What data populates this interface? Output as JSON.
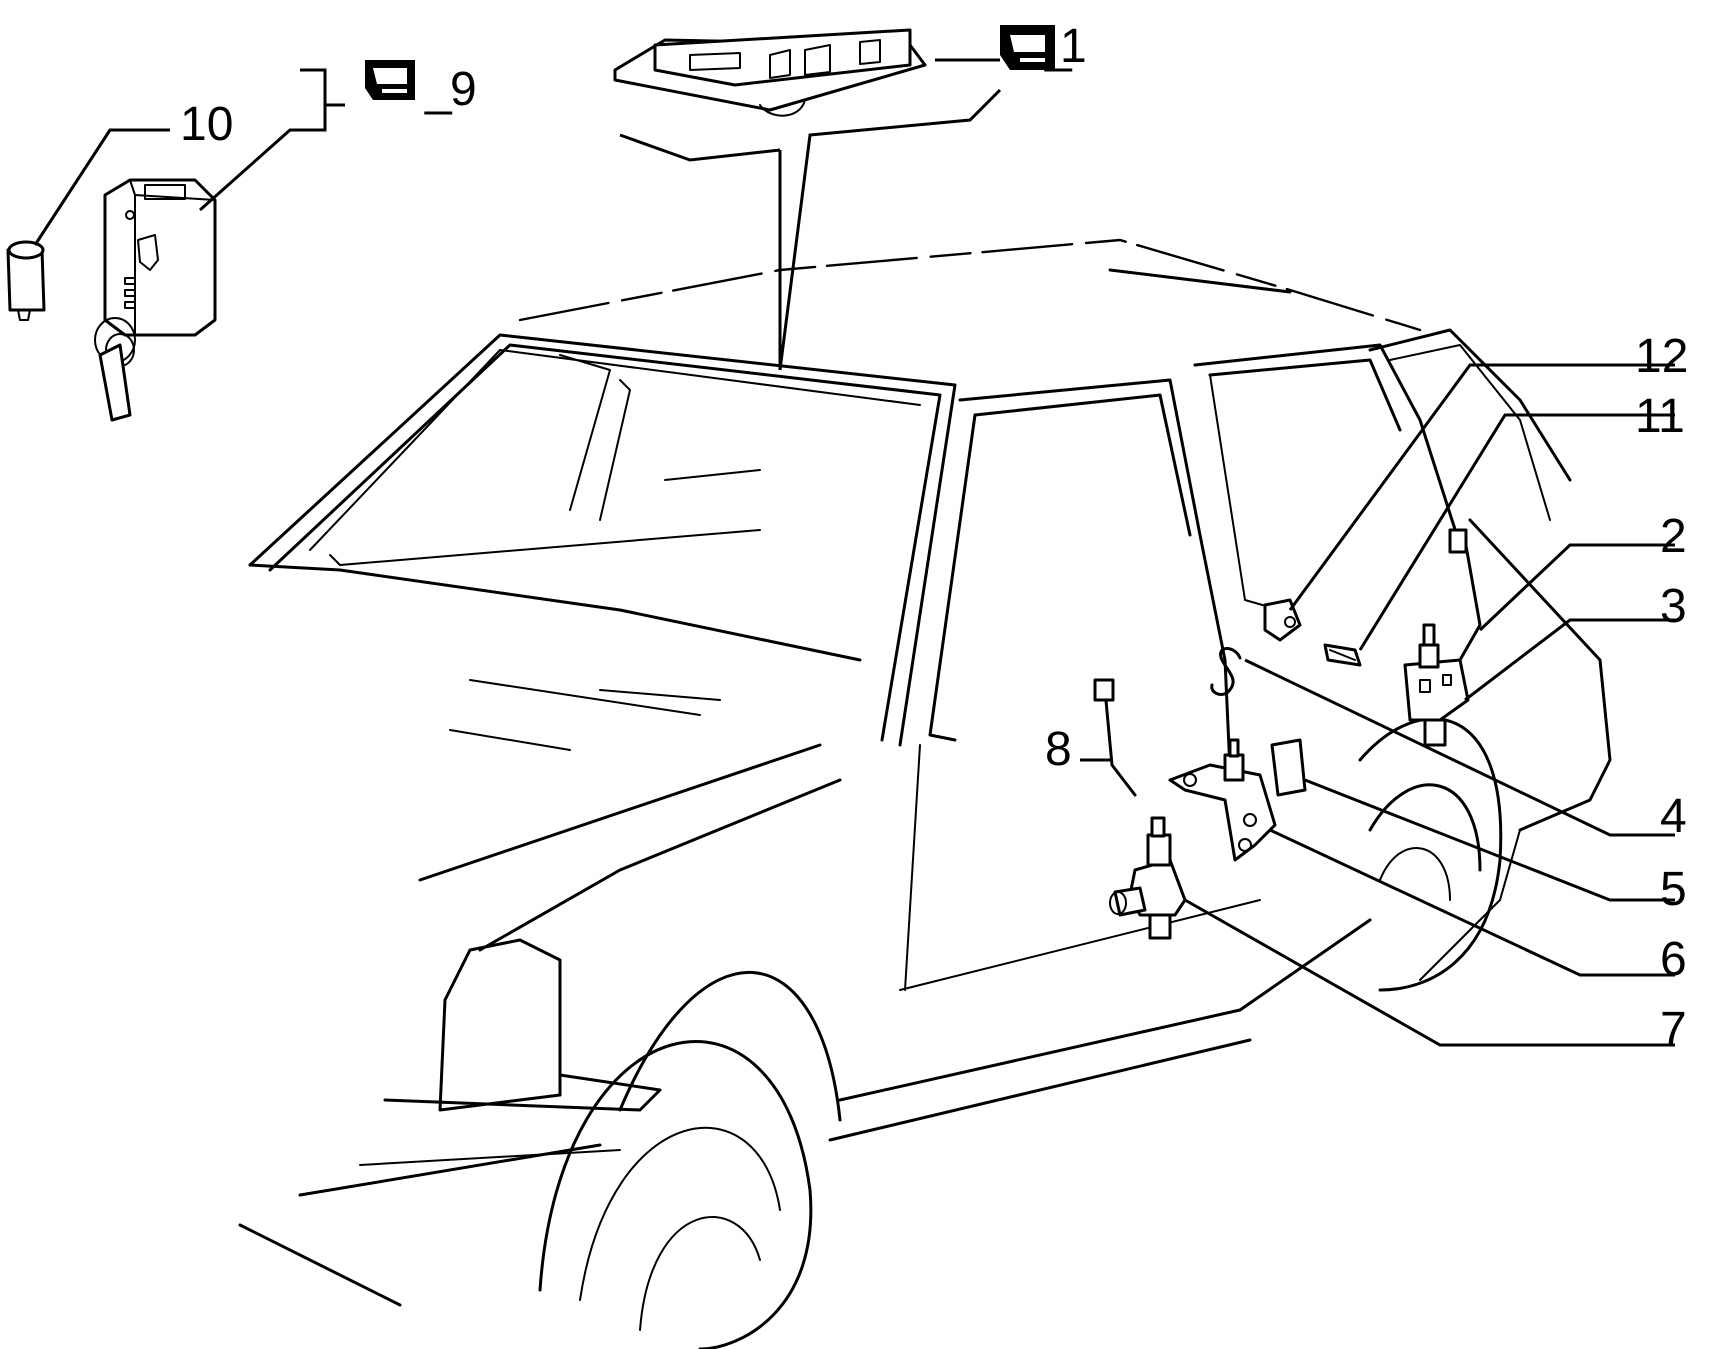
{
  "diagram": {
    "callouts": [
      {
        "id": "1",
        "label": "1",
        "has_door_icon": true
      },
      {
        "id": "2",
        "label": "2"
      },
      {
        "id": "3",
        "label": "3"
      },
      {
        "id": "4",
        "label": "4"
      },
      {
        "id": "5",
        "label": "5"
      },
      {
        "id": "6",
        "label": "6"
      },
      {
        "id": "7",
        "label": "7"
      },
      {
        "id": "8",
        "label": "8"
      },
      {
        "id": "9",
        "label": "9",
        "has_door_icon": true
      },
      {
        "id": "10",
        "label": "10"
      },
      {
        "id": "11",
        "label": "11"
      },
      {
        "id": "12",
        "label": "12"
      }
    ],
    "icons": [
      "door-icon",
      "key-fob-icon",
      "remote-keyfob-transmitter-icon",
      "battery-icon",
      "control-unit-icon"
    ],
    "line_color": "#000000",
    "background_color": "#ffffff"
  }
}
